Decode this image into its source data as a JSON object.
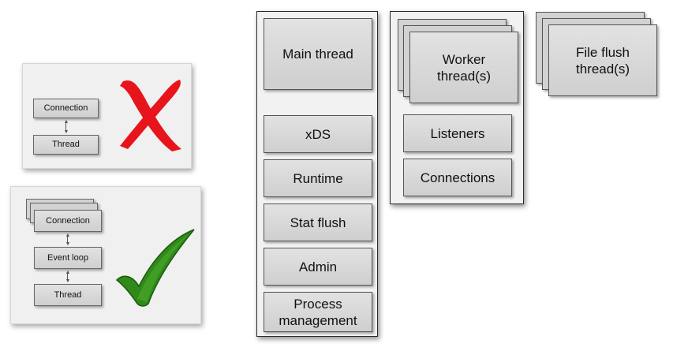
{
  "bad_example": {
    "top_label": "Connection",
    "bottom_label": "Thread",
    "mark_icon": "red-x-icon",
    "mark_color": "#e8141b"
  },
  "good_example": {
    "top_label": "Connection",
    "middle_label": "Event loop",
    "bottom_label": "Thread",
    "mark_icon": "green-check-icon",
    "mark_color": "#2f8a1a"
  },
  "main_column": {
    "header": "Main thread",
    "items": [
      "xDS",
      "Runtime",
      "Stat flush",
      "Admin",
      "Process management"
    ]
  },
  "worker_column": {
    "header": "Worker thread(s)",
    "items": [
      "Listeners",
      "Connections"
    ]
  },
  "file_flush": {
    "label": "File flush thread(s)"
  }
}
